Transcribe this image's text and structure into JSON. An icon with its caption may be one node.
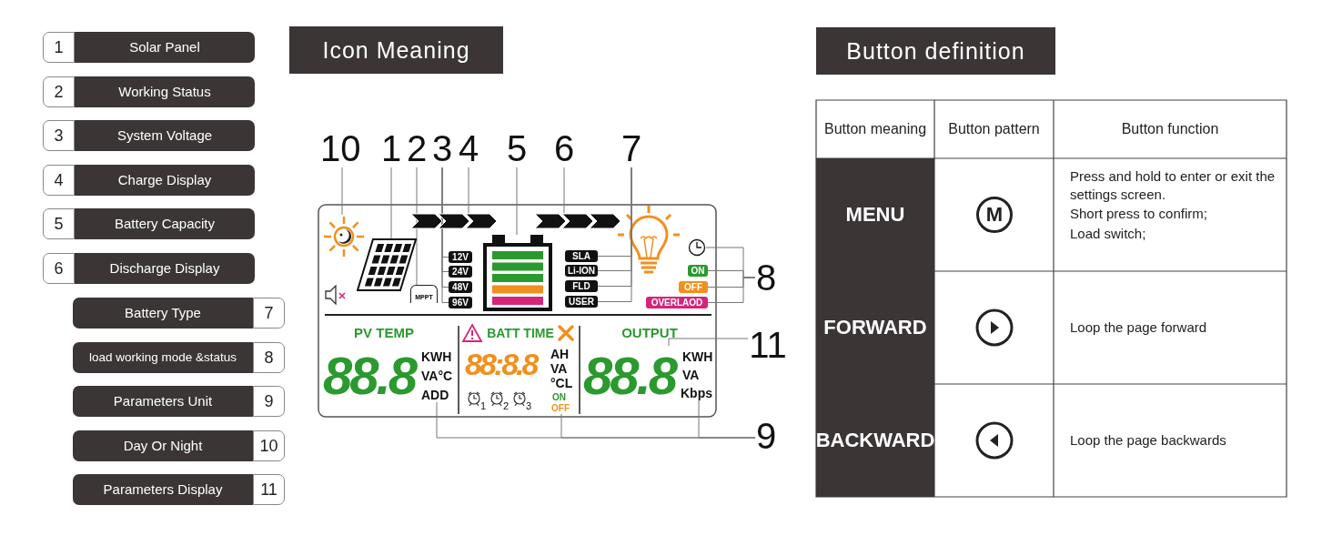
{
  "diagram": {
    "nodes": [
      {
        "text": [
          "1",
          "Solar Panel"
        ]
      },
      {
        "text": [
          "2",
          "Working Status"
        ]
      },
      {
        "text": [
          "3",
          "System Voltage"
        ]
      },
      {
        "text": [
          "4",
          "Charge Display"
        ]
      },
      {
        "text": [
          "5",
          "Battery Capacity"
        ]
      },
      {
        "text": [
          "6",
          "Discharge Display"
        ]
      },
      {
        "text": [
          "Battery Type",
          "7"
        ]
      },
      {
        "text": [
          "load working mode &status",
          "8"
        ]
      },
      {
        "text": [
          "Parameters Unit",
          "9"
        ]
      },
      {
        "text": [
          "Day Or Night",
          "10"
        ]
      },
      {
        "text": [
          "Parameters Display",
          "11"
        ]
      },
      {
        "text": [
          "Icon Meaning"
        ]
      },
      {
        "text": [
          "Button definition"
        ]
      },
      {
        "text": [
          "10"
        ]
      },
      {
        "text": [
          "1"
        ]
      },
      {
        "text": [
          "2"
        ]
      },
      {
        "text": [
          "3"
        ]
      },
      {
        "text": [
          "4"
        ]
      },
      {
        "text": [
          "5"
        ]
      },
      {
        "text": [
          "6"
        ]
      },
      {
        "text": [
          "7"
        ]
      },
      {
        "text": [
          "8"
        ]
      },
      {
        "text": [
          "11"
        ]
      },
      {
        "text": [
          "9"
        ]
      },
      {
        "text": [],
        "shape": "picture"
      },
      {
        "text": [],
        "shape": "picture"
      },
      {
        "text": [
          "MPPT"
        ]
      },
      {
        "text": [
          "12V"
        ]
      },
      {
        "text": [
          "24V"
        ]
      },
      {
        "text": [
          "48V"
        ]
      },
      {
        "text": [
          "96V"
        ]
      },
      {
        "text": [],
        "shape": "arrow"
      },
      {
        "text": [],
        "shape": "picture"
      },
      {
        "text": [],
        "shape": "arrow"
      },
      {
        "text": [
          "SLA"
        ]
      },
      {
        "text": [
          "Li-ION"
        ]
      },
      {
        "text": [
          "FLD"
        ]
      },
      {
        "text": [
          "USER"
        ]
      },
      {
        "text": [],
        "shape": "picture"
      },
      {
        "text": [
          "ON"
        ]
      },
      {
        "text": [
          "OFF"
        ]
      },
      {
        "text": [
          "OVERLAOD"
        ]
      },
      {
        "text": [
          "88.8"
        ]
      },
      {
        "text": [
          "ADD"
        ]
      },
      {
        "text": [
          "OFF"
        ]
      },
      {
        "text": [
          "Kbps"
        ]
      }
    ],
    "edges": [
      {
        "from": 13,
        "to": 24,
        "arrow": "none"
      },
      {
        "from": 14,
        "to": 25,
        "arrow": "none"
      },
      {
        "from": 15,
        "to": 26,
        "arrow": "none"
      },
      {
        "from": 16,
        "to": 27,
        "arrow": "none"
      },
      {
        "from": 16,
        "to": 28,
        "arrow": "none"
      },
      {
        "from": 16,
        "to": 29,
        "arrow": "none"
      },
      {
        "from": 16,
        "to": 30,
        "arrow": "none"
      },
      {
        "from": 17,
        "to": 31,
        "arrow": "none"
      },
      {
        "from": 18,
        "to": 32,
        "arrow": "none"
      },
      {
        "from": 19,
        "to": 33,
        "arrow": "none"
      },
      {
        "from": 20,
        "to": 34,
        "arrow": "none"
      },
      {
        "from": 20,
        "to": 35,
        "arrow": "none"
      },
      {
        "from": 20,
        "to": 36,
        "arrow": "none"
      },
      {
        "from": 20,
        "to": 37,
        "arrow": "none"
      },
      {
        "from": 21,
        "to": 38,
        "arrow": "none"
      },
      {
        "from": 21,
        "to": 39,
        "arrow": "none"
      },
      {
        "from": 21,
        "to": 40,
        "arrow": "none"
      },
      {
        "from": 21,
        "to": 41,
        "arrow": "none"
      },
      {
        "from": 22,
        "to": 42,
        "arrow": "none"
      },
      {
        "from": 23,
        "to": 43,
        "arrow": "none"
      },
      {
        "from": 23,
        "to": 44,
        "arrow": "none"
      },
      {
        "from": 23,
        "to": 45,
        "arrow": "none"
      }
    ],
    "labels": [
      "PV TEMP",
      "BATT TIME",
      "OUTPUT",
      "88.8",
      "KWH",
      "VA°C",
      "88:8.8",
      "AH",
      "VA",
      "°CL",
      "1",
      "2",
      "3",
      "ON",
      "KWH",
      "VA",
      "Button meaning",
      "Button pattern",
      "Button function",
      "MENU",
      "M",
      "Press and hold to enter or exit the settings screen.",
      "Short press to confirm;",
      "Load switch;",
      "FORWARD",
      "Loop the page forward",
      "BACKWARD",
      "Loop the page backwards"
    ]
  }
}
